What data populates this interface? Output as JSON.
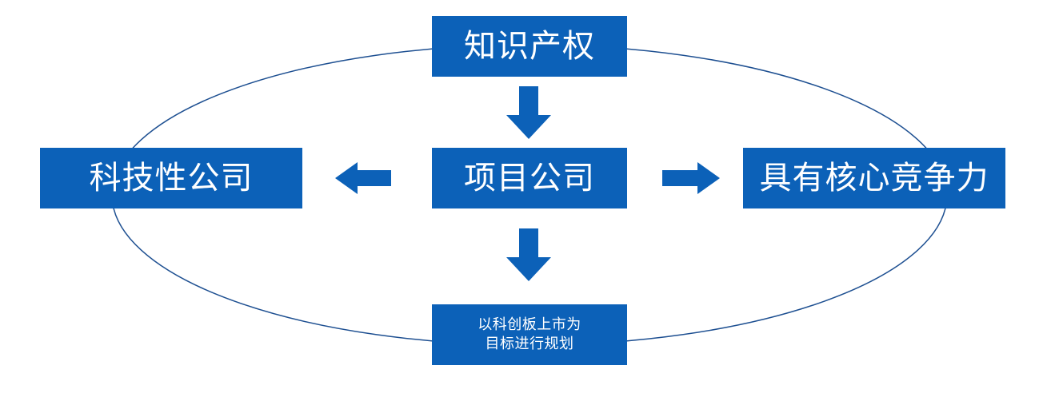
{
  "nodes": {
    "top": "知识产权",
    "center": "项目公司",
    "left": "科技性公司",
    "right": "具有核心竞争力",
    "bottom": {
      "line1": "以科创板上市为",
      "line2": "目标进行规划"
    }
  },
  "colors": {
    "box_fill": "#0c61b8",
    "arrow_fill": "#0c61b8",
    "ellipse_stroke": "#1d4f91",
    "text": "#ffffff",
    "background": "#ffffff"
  },
  "icons": {
    "arrow_down": "arrow-down-icon",
    "arrow_left": "arrow-left-icon",
    "arrow_right": "arrow-right-icon"
  }
}
